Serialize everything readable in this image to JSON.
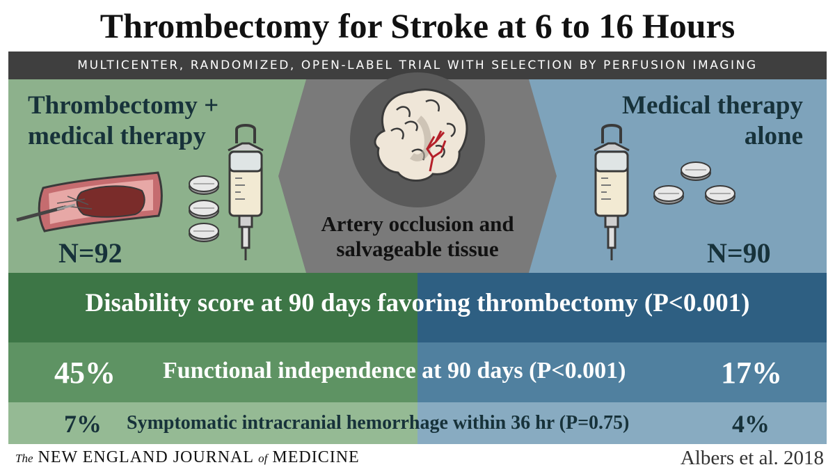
{
  "header": {
    "title": "Thrombectomy for Stroke at 6 to 16 Hours",
    "subtitle": "MULTICENTER, RANDOMIZED, OPEN-LABEL TRIAL WITH SELECTION BY PERFUSION IMAGING"
  },
  "arms": {
    "left": {
      "line1": "Thrombectomy +",
      "line2": "medical therapy",
      "n": "N=92"
    },
    "right": {
      "line1": "Medical therapy",
      "line2": "alone",
      "n": "N=90"
    }
  },
  "center": {
    "line1": "Artery occlusion and",
    "line2": "salvageable tissue"
  },
  "outcomes": {
    "primary": "Disability score at 90 days favoring thrombectomy (P<0.001)",
    "secondary": {
      "label": "Functional independence at 90 days (P<0.001)",
      "left_value": "45%",
      "right_value": "17%"
    },
    "safety": {
      "label": "Symptomatic intracranial hemorrhage within 36 hr (P=0.75)",
      "left_value": "7%",
      "right_value": "4%"
    }
  },
  "footer": {
    "journal_the": "The",
    "journal_part1": "NEW ENGLAND JOURNAL",
    "journal_of": "of",
    "journal_part2": "MEDICINE",
    "citation": "Albers et al. 2018"
  },
  "icons": [
    "brain-icon",
    "iv-bag-icon",
    "pill-icon",
    "clot-in-vessel-icon",
    "catheter-icon"
  ],
  "colors": {
    "green_dark": "#3d7646",
    "green_mid": "#5e9363",
    "green_light": "#8db18c",
    "blue_dark": "#2e5f82",
    "blue_mid": "#50809f",
    "blue_light": "#7ea3bb",
    "gray": "#7a7a7a"
  }
}
